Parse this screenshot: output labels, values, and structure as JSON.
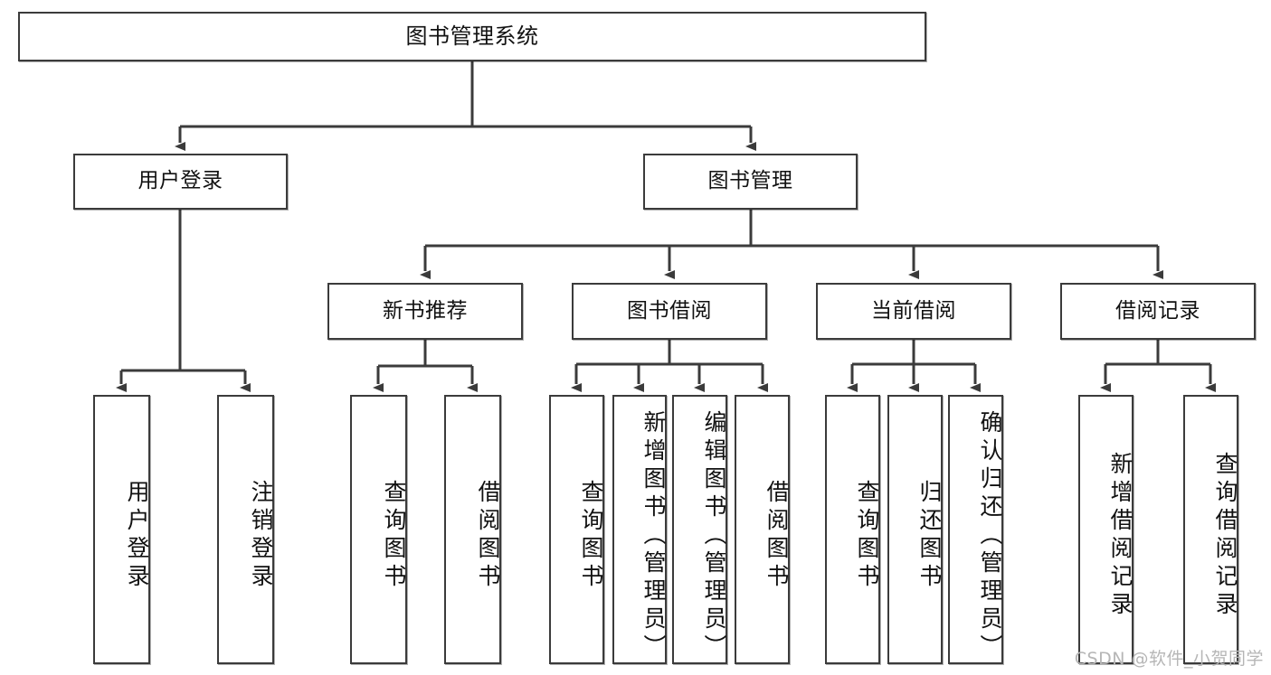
{
  "diagram": {
    "title": "图书管理系统",
    "type": "tree",
    "root": {
      "label": "图书管理系统",
      "children": [
        {
          "label": "用户登录",
          "children": [
            {
              "label": "用户登录"
            },
            {
              "label": "注销登录"
            }
          ]
        },
        {
          "label": "图书管理",
          "children": [
            {
              "label": "新书推荐",
              "children": [
                {
                  "label": "查询图书"
                },
                {
                  "label": "借阅图书"
                }
              ]
            },
            {
              "label": "图书借阅",
              "children": [
                {
                  "label": "查询图书"
                },
                {
                  "label": "新增图书（管理员）"
                },
                {
                  "label": "编辑图书（管理员）"
                },
                {
                  "label": "借阅图书"
                }
              ]
            },
            {
              "label": "当前借阅",
              "children": [
                {
                  "label": "查询图书"
                },
                {
                  "label": "归还图书"
                },
                {
                  "label": "确认归还（管理员）"
                }
              ]
            },
            {
              "label": "借阅记录",
              "children": [
                {
                  "label": "新增借阅记录"
                },
                {
                  "label": "查询借阅记录"
                }
              ]
            }
          ]
        }
      ]
    }
  },
  "nodes": {
    "root": {
      "label": "图书管理系统"
    },
    "user_login": {
      "label": "用户登录"
    },
    "book_manage": {
      "label": "图书管理"
    },
    "new_book_rec": {
      "label": "新书推荐"
    },
    "book_borrow": {
      "label": "图书借阅"
    },
    "current_borrow": {
      "label": "当前借阅"
    },
    "borrow_record": {
      "label": "借阅记录"
    },
    "leaf_user_login": {
      "label": "用户登录"
    },
    "leaf_user_logout": {
      "label": "注销登录"
    },
    "leaf_rec_query": {
      "label": "查询图书"
    },
    "leaf_rec_borrow": {
      "label": "借阅图书"
    },
    "leaf_borrow_query": {
      "label": "查询图书"
    },
    "leaf_borrow_add": {
      "label": "新增图书（管理员）"
    },
    "leaf_borrow_edit": {
      "label": "编辑图书（管理员）"
    },
    "leaf_borrow_lend": {
      "label": "借阅图书"
    },
    "leaf_cur_query": {
      "label": "查询图书"
    },
    "leaf_cur_return": {
      "label": "归还图书"
    },
    "leaf_cur_confirm": {
      "label": "确认归还（管理员）"
    },
    "leaf_rec_add": {
      "label": "新增借阅记录"
    },
    "leaf_rec_query2": {
      "label": "查询借阅记录"
    }
  },
  "watermark": {
    "text": "CSDN @软件_小贺同学"
  },
  "colors": {
    "border": "#3b3b3b",
    "background": "#ffffff",
    "text": "#111111",
    "watermark": "#b6b6b6"
  }
}
